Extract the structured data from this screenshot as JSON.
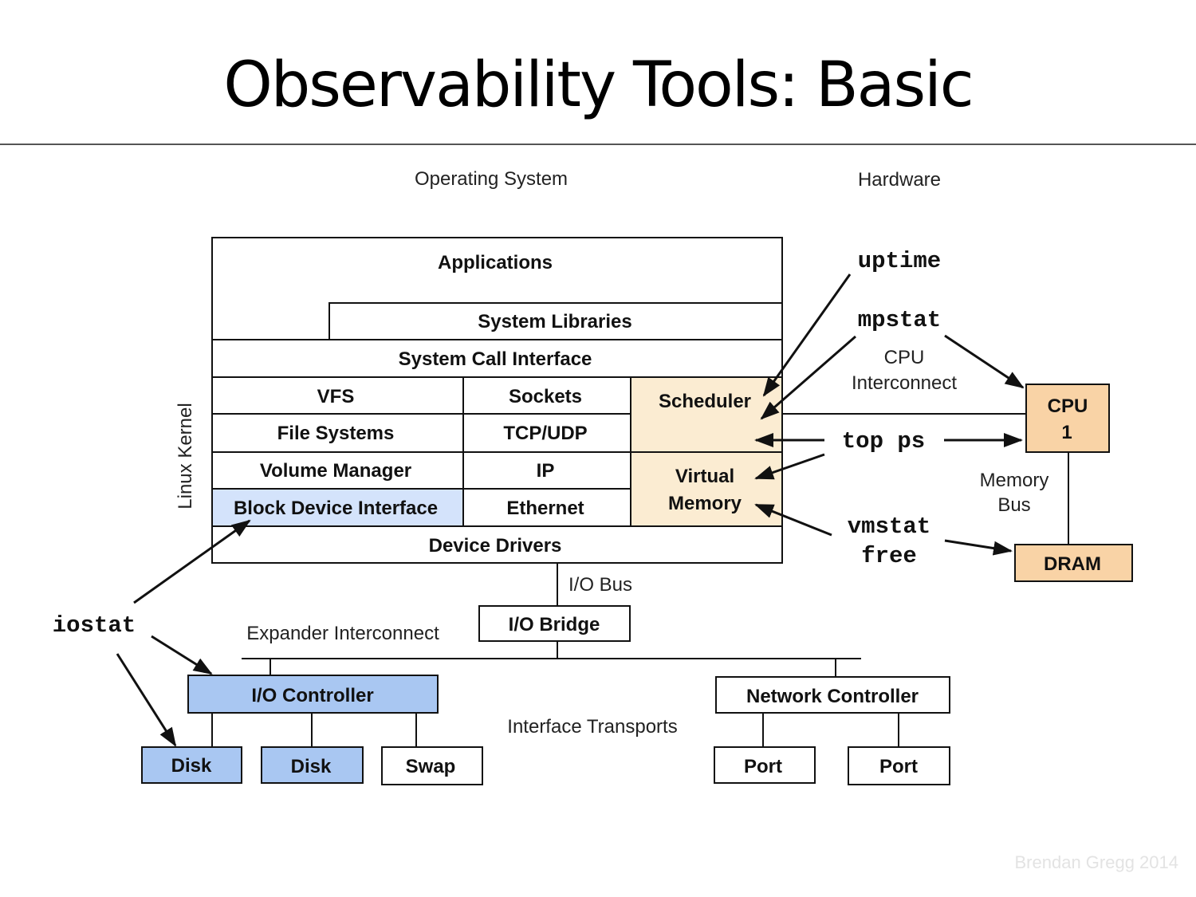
{
  "title": "Observability Tools: Basic",
  "colors": {
    "kernel_highlight": "#fbecd2",
    "hardware_highlight": "#f9d3a6",
    "io_blue": "#a9c7f2",
    "block_device_blue": "#d4e3fb",
    "line": "#111111",
    "watermark": "#e3e3e3"
  },
  "headings": {
    "os": "Operating System",
    "hardware": "Hardware",
    "linux_kernel": "Linux Kernel"
  },
  "stack": {
    "applications": "Applications",
    "system_libraries": "System Libraries",
    "system_call_interface": "System Call Interface",
    "vfs": "VFS",
    "sockets": "Sockets",
    "scheduler": "Scheduler",
    "file_systems": "File Systems",
    "tcp_udp": "TCP/UDP",
    "volume_manager": "Volume Manager",
    "ip": "IP",
    "virtual": "Virtual",
    "memory": "Memory",
    "block_device_interface": "Block Device Interface",
    "ethernet": "Ethernet",
    "device_drivers": "Device Drivers"
  },
  "hardware": {
    "cpu_line1": "CPU",
    "cpu_line2": "1",
    "dram": "DRAM",
    "cpu_interconnect_1": "CPU",
    "cpu_interconnect_2": "Interconnect",
    "memory_bus_1": "Memory",
    "memory_bus_2": "Bus",
    "io_bus": "I/O Bus",
    "io_bridge": "I/O Bridge",
    "expander_interconnect": "Expander Interconnect",
    "interface_transports": "Interface Transports",
    "io_controller": "I/O Controller",
    "network_controller": "Network Controller",
    "disk1": "Disk",
    "disk2": "Disk",
    "swap": "Swap",
    "port1": "Port",
    "port2": "Port"
  },
  "tools": {
    "uptime": "uptime",
    "mpstat": "mpstat",
    "top_ps": "top ps",
    "vmstat": "vmstat",
    "free": "free",
    "iostat": "iostat"
  },
  "watermark": "Brendan Gregg 2014"
}
